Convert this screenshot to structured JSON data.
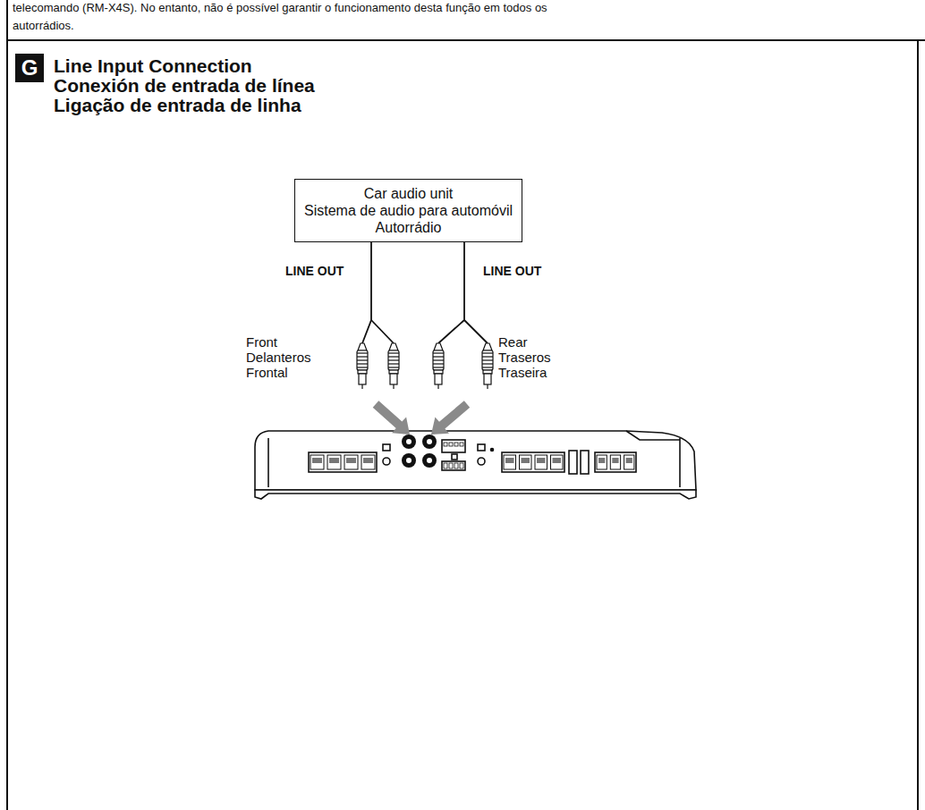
{
  "diagram": {
    "title": "Line Input Connection",
    "nodes": [
      {
        "text": [
          "Car audio unit",
          "Sistema de audio para automóvil",
          "Autorrádio"
        ]
      }
    ],
    "labels": [
      "telecomando (RM-X4S). No entanto, não é possível garantir o funcionamento desta função em todos os",
      "autorrádios.",
      "G",
      "Conexión de entrada de línea",
      "Ligação de entrada de linha",
      "LINE OUT",
      "LINE OUT",
      "Front",
      "Delanteros",
      "Frontal",
      "Rear",
      "Traseros",
      "Traseira"
    ]
  }
}
